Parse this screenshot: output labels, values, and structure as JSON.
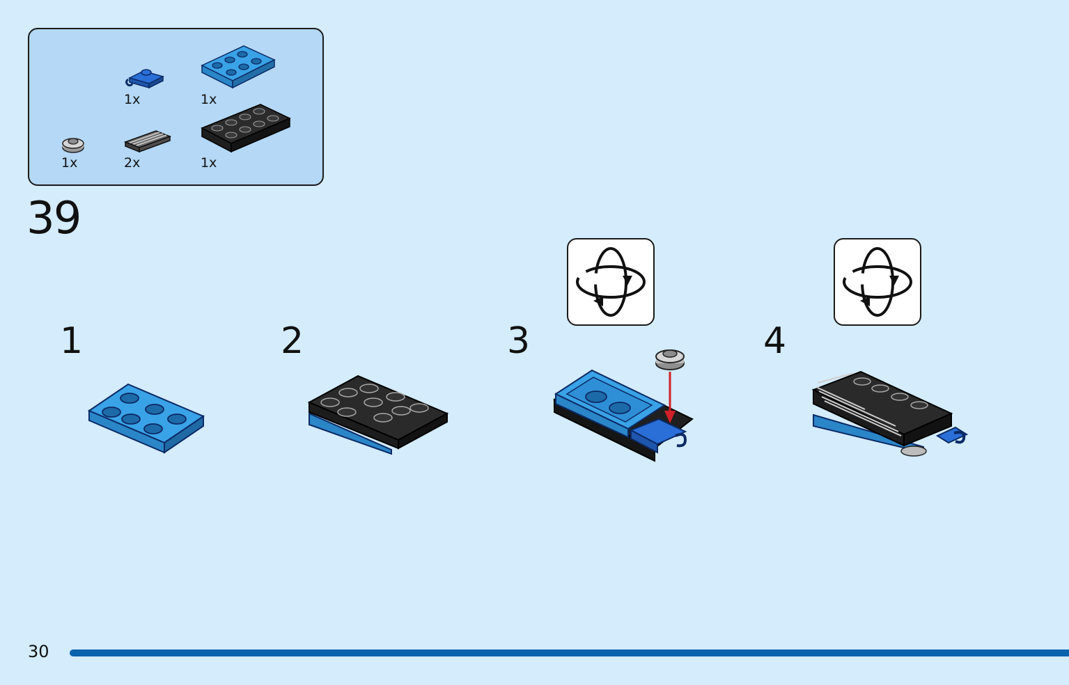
{
  "parts_list": {
    "items": [
      {
        "part": "blue-clip-plate-1x1",
        "color": "#1f5fc8",
        "quantity": "1x"
      },
      {
        "part": "medium-blue-plate-2x3",
        "color": "#2f8fd6",
        "quantity": "1x"
      },
      {
        "part": "light-gray-round-plate-1x1",
        "color": "#a9a9a9",
        "quantity": "1x"
      },
      {
        "part": "dark-gray-grille-tile-1x2",
        "color": "#5a5a5a",
        "quantity": "2x"
      },
      {
        "part": "black-plate-2x4",
        "color": "#262626",
        "quantity": "1x"
      }
    ]
  },
  "step": {
    "number": "39"
  },
  "substeps": [
    {
      "number": "1"
    },
    {
      "number": "2"
    },
    {
      "number": "3",
      "rotate_icon": "rotate-model-icon"
    },
    {
      "number": "4",
      "rotate_icon": "rotate-model-icon"
    }
  ],
  "footer": {
    "page_number": "30",
    "progress": 1.0
  },
  "colors": {
    "background": "#d4ecfb",
    "parts_box": "#b4d8f5",
    "progress_bar": "#0a63ad",
    "arrow": "#d0202a"
  }
}
